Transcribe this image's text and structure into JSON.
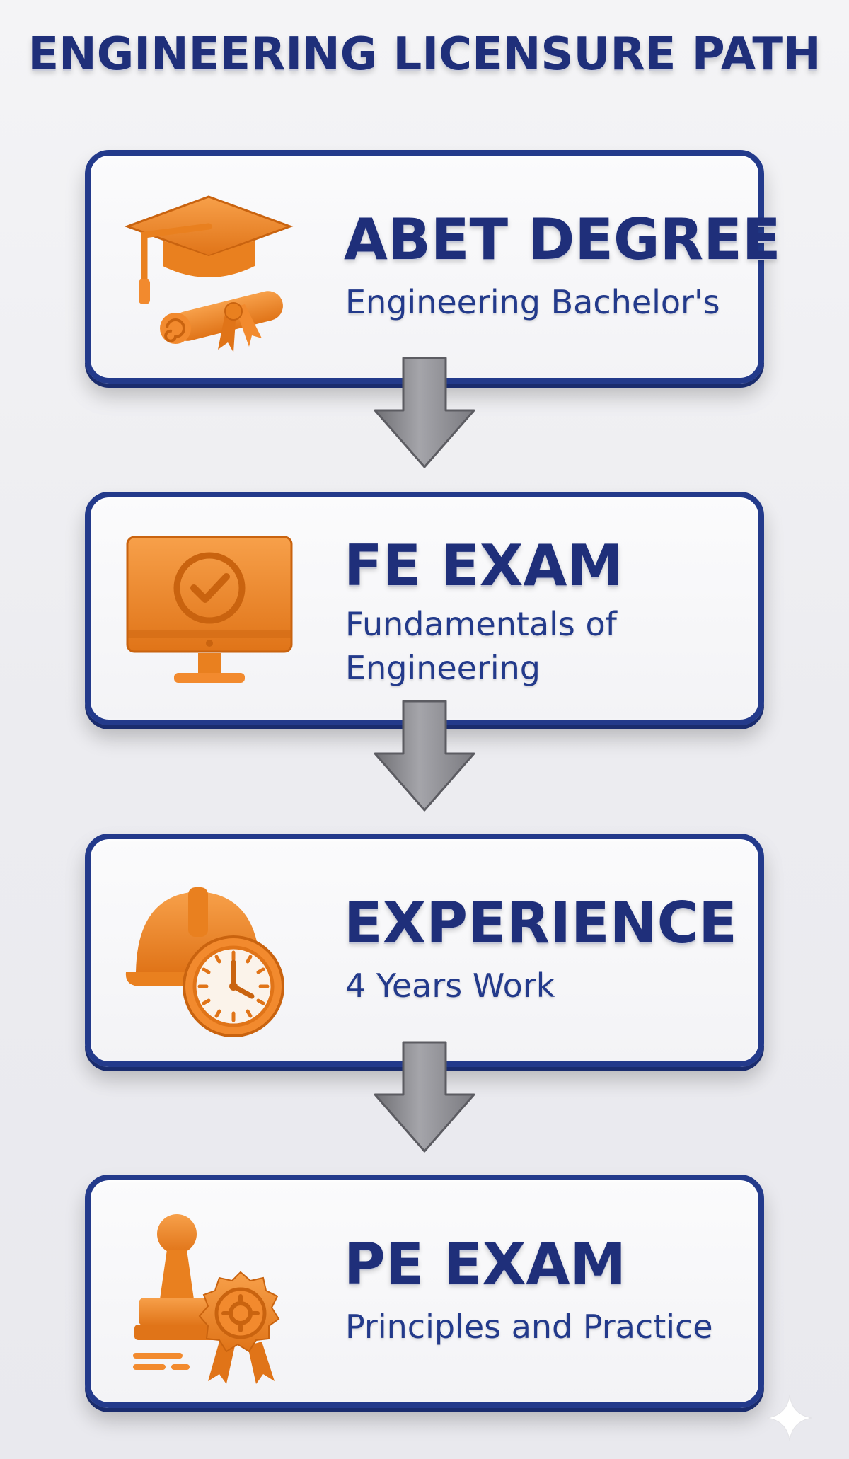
{
  "title": "ENGINEERING LICENSURE PATH",
  "colors": {
    "navy": "#1f2f7a",
    "border": "#233a8b",
    "orange": "#f28a2e",
    "arrow_gray": "#8e8e92"
  },
  "steps": [
    {
      "heading": "ABET DEGREE",
      "subtitle": "Engineering Bachelor's",
      "icon": "graduation-cap-diploma-icon"
    },
    {
      "heading": "FE EXAM",
      "subtitle": "Fundamentals of Engineering",
      "icon": "monitor-checkmark-icon"
    },
    {
      "heading": "EXPERIENCE",
      "subtitle": "4 Years Work",
      "icon": "hardhat-clock-icon"
    },
    {
      "heading": "PE EXAM",
      "subtitle": "Principles and Practice",
      "icon": "stamp-seal-icon"
    }
  ]
}
